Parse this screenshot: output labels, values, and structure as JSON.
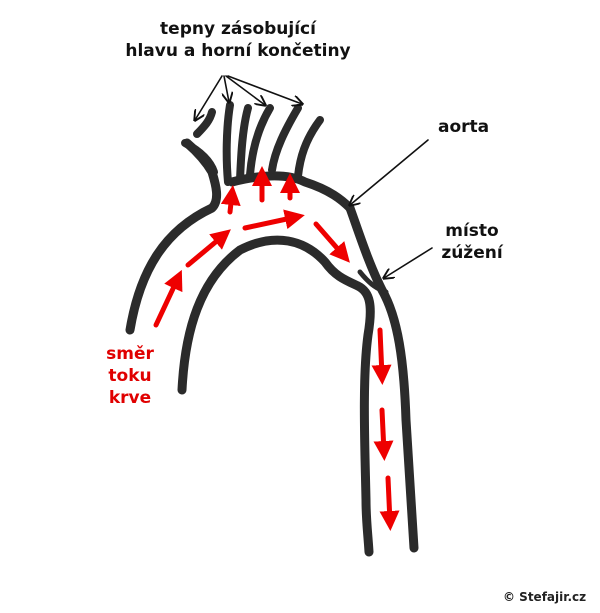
{
  "labels": {
    "branches": [
      "tepny zásobující",
      "hlavu a horní končetiny"
    ],
    "aorta": "aorta",
    "narrowing": [
      "místo",
      "zúžení"
    ],
    "flow": [
      "směr",
      "toku",
      "krve"
    ],
    "copyright": "© Stefajir.cz"
  },
  "colors": {
    "vessel": "#2b2b2b",
    "arrow": "#ee0000",
    "flow_text": "#e00000",
    "text": "#111111",
    "background": "#ffffff"
  }
}
